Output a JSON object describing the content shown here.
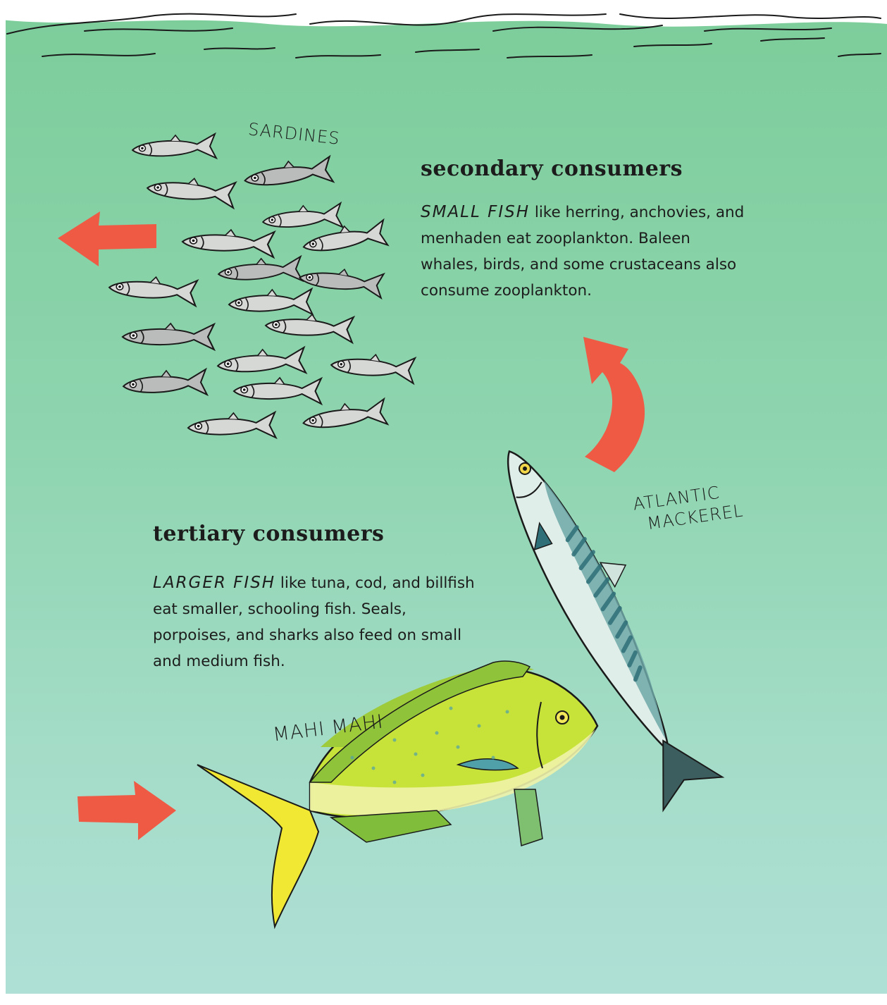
{
  "labels": {
    "sardines": "SARDINES",
    "atlantic_mackerel_line1": "ATLANTIC",
    "atlantic_mackerel_line2": "MACKEREL",
    "mahi_mahi": "MAHI MAHI"
  },
  "secondary": {
    "heading": "secondary consumers",
    "lead": "SMALL FISH",
    "body": " like herring, anchovies, and menhaden eat zooplankton. Baleen whales, birds, and some crustaceans also consume zooplankton."
  },
  "tertiary": {
    "heading": "tertiary consumers",
    "lead": "LARGER FISH",
    "body": " like tuna, cod, and billfish eat smaller, schooling fish. Seals, porpoises, and sharks also feed on small and medium fish."
  },
  "colors": {
    "water_top": "#79cc9c",
    "water_bottom": "#a9ded4",
    "arrow": "#ef5a45",
    "sardine": "#d4d6d4",
    "mahi_body": "#c5e23a",
    "mackerel_back": "#4f8f94"
  }
}
